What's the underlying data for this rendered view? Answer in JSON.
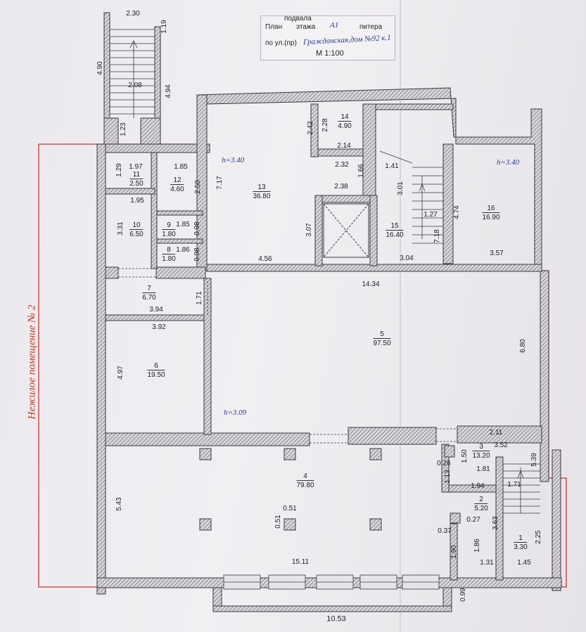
{
  "stamp": {
    "line1_prefix": "План",
    "floor_word_top": "подвала",
    "floor_word": "этажа",
    "floor_value": "А1",
    "city": "питера",
    "street_prefix": "по ул.(пр)",
    "street_value": "Гражданская,дом №92 к.1",
    "scale": "M 1:100"
  },
  "side_label": "Нежилое помещение № 2",
  "rooms": [
    {
      "id": "room-1",
      "num": "1",
      "area": "3.30"
    },
    {
      "id": "room-2",
      "num": "2",
      "area": "5.20"
    },
    {
      "id": "room-3",
      "num": "3",
      "area": "13.20"
    },
    {
      "id": "room-4",
      "num": "4",
      "area": "79.80"
    },
    {
      "id": "room-5",
      "num": "5",
      "area": "97.50"
    },
    {
      "id": "room-6",
      "num": "6",
      "area": "19.50"
    },
    {
      "id": "room-7",
      "num": "7",
      "area": "6.70"
    },
    {
      "id": "room-8",
      "num": "8",
      "area": "1.80"
    },
    {
      "id": "room-9",
      "num": "9",
      "area": "1.80"
    },
    {
      "id": "room-10",
      "num": "10",
      "area": "6.50"
    },
    {
      "id": "room-11",
      "num": "11",
      "area": "2.50"
    },
    {
      "id": "room-12",
      "num": "12",
      "area": "4.60"
    },
    {
      "id": "room-13",
      "num": "13",
      "area": "36.80"
    },
    {
      "id": "room-14",
      "num": "14",
      "area": "4.90"
    },
    {
      "id": "room-15",
      "num": "15",
      "area": "16.40"
    },
    {
      "id": "room-16",
      "num": "16",
      "area": "16.90"
    }
  ],
  "heights": {
    "h1": "h=3.40",
    "h2": "h=3.40",
    "h3": "h=3.09"
  },
  "dims": {
    "d230": "2.30",
    "d119": "1.19",
    "d490": "4.90",
    "d494": "4.94",
    "d208": "2.08",
    "d123": "1.23",
    "d197": "1.97",
    "d185a": "1.85",
    "d129": "1.29",
    "d250": "2.50",
    "d195": "1.95",
    "d331": "3.31",
    "d185b": "1.85",
    "d098a": "0.98",
    "d186": "1.86",
    "d098b": "0.98",
    "d717": "7.17",
    "d242": "2.42",
    "d228": "2.28",
    "d214": "2.14",
    "d232": "2.32",
    "d166": "1.66",
    "d238": "2.38",
    "d307": "3.07",
    "d456": "4.56",
    "d141": "1.41",
    "d301": "3.01",
    "d127": "1.27",
    "d718": "7.18",
    "d304": "3.04",
    "d474": "4.74",
    "d357": "3.57",
    "d394": "3.94",
    "d171": "1.71",
    "d392": "3.92",
    "d497": "4.97",
    "d1434": "14.34",
    "d680": "6.80",
    "d211": "2.11",
    "d352": "3.52",
    "d539": "5.39",
    "d150": "1.50",
    "d026": "0.26",
    "d181": "1.81",
    "d113": "1.13",
    "d194": "1.94",
    "d171b": "1.71",
    "d027": "0.27",
    "d363": "3.63",
    "d037": "0.37",
    "d543": "5.43",
    "d051a": "0.51",
    "d051b": "0.51",
    "d190": "1.90",
    "d186b": "1.86",
    "d225": "2.25",
    "d1511": "15.11",
    "d131": "1.31",
    "d145": "1.45",
    "d099": "0.99",
    "d1053": "10.53"
  },
  "colors": {
    "wall_hatch": "#6a6870",
    "outline_red": "#c0392b",
    "ink": "#1b1b25",
    "handwriting": "#2b3a8a"
  }
}
